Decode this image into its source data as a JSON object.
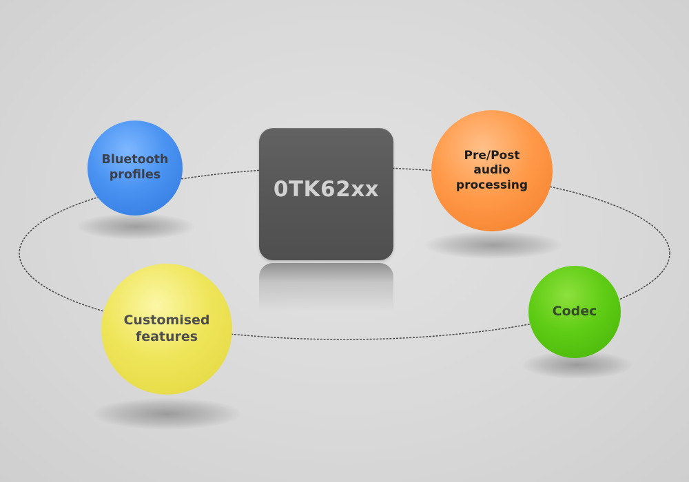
{
  "diagram": {
    "center": {
      "label": "0TK62xx",
      "fill": "#575757",
      "text_color": "#d2d2d2"
    },
    "nodes": [
      {
        "id": "bluetooth",
        "label": "Bluetooth\nprofiles",
        "color": "#4a93f2"
      },
      {
        "id": "prepost",
        "label": "Pre/Post\naudio\nprocessing",
        "color": "#ff9a4a"
      },
      {
        "id": "custom",
        "label": "Customised\nfeatures",
        "color": "#efe55a"
      },
      {
        "id": "codec",
        "label": "Codec",
        "color": "#5fcc15"
      }
    ],
    "orbit": {
      "style": "dotted",
      "color": "#4a4a4a"
    },
    "background": "#d9d9d9"
  }
}
